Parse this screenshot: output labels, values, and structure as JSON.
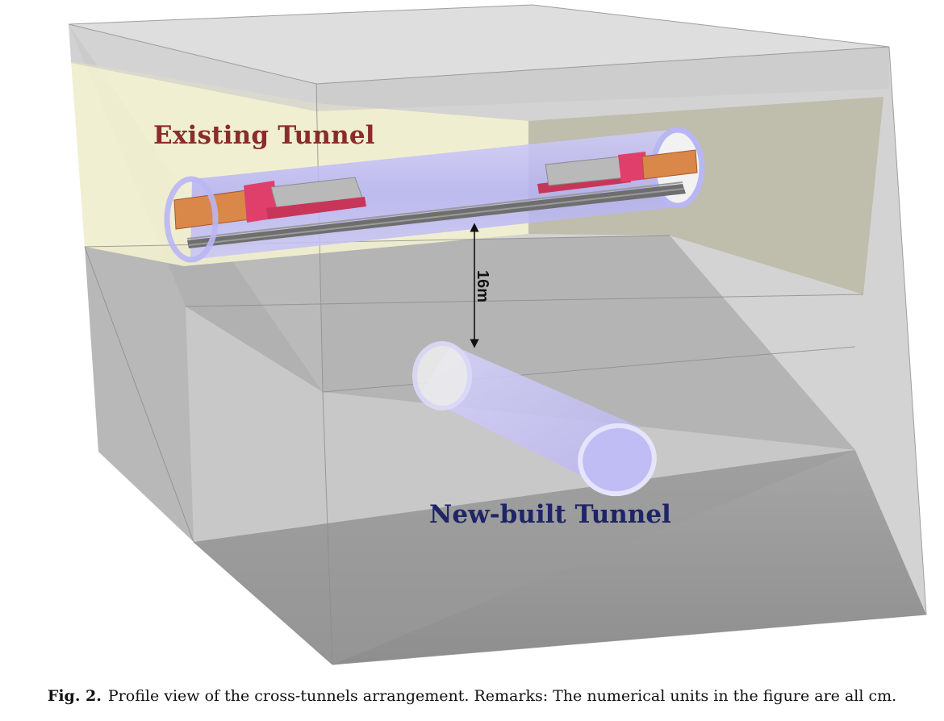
{
  "figure": {
    "labels": {
      "existing_tunnel": "Existing Tunnel",
      "new_tunnel": "New-built Tunnel",
      "distance": "16m"
    },
    "colors": {
      "existing_label": "#8b2b2b",
      "new_label": "#1e2466",
      "tunnel_tint": "#a9a6f0",
      "ground_layer": "#f3f1cf",
      "box_gray": "#8a8a8a"
    }
  },
  "caption": {
    "number": "Fig. 2.",
    "text": "Profile view of the cross-tunnels arrangement. Remarks: The numerical units in the figure are all cm."
  }
}
